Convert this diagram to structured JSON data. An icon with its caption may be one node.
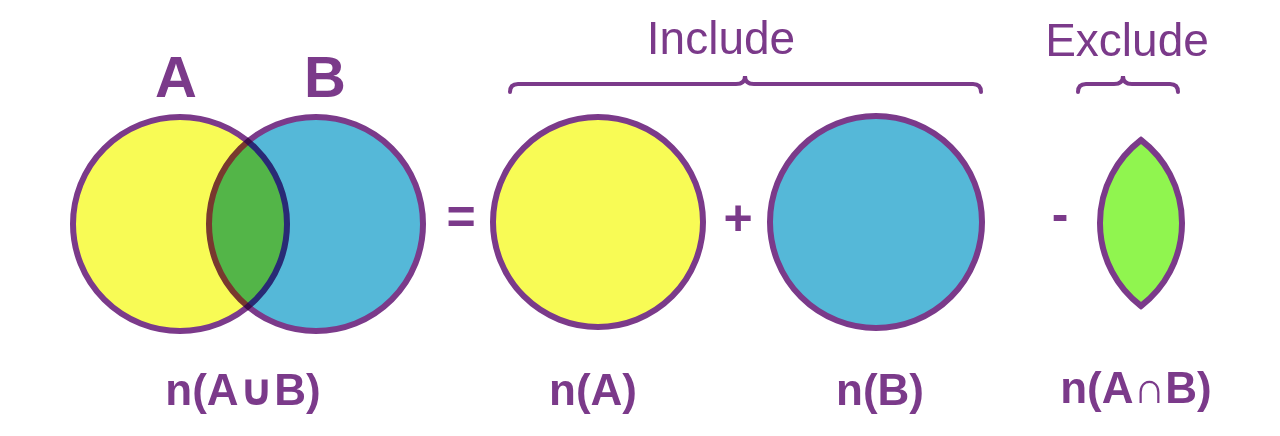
{
  "diagram": {
    "nodes": [
      {
        "text": [
          "A"
        ]
      },
      {
        "text": [
          "B"
        ]
      },
      {
        "text": [],
        "shape": "circle",
        "beside": [
          "n(A)"
        ]
      },
      {
        "text": [],
        "shape": "circle",
        "beside": [
          "n(B)"
        ]
      },
      {
        "text": [],
        "shape": "lens",
        "beside": [
          "n(A∩B)"
        ]
      }
    ],
    "labels": [
      "Include",
      "Exclude",
      "=",
      "+",
      "-",
      "n(A∪B)"
    ]
  }
}
